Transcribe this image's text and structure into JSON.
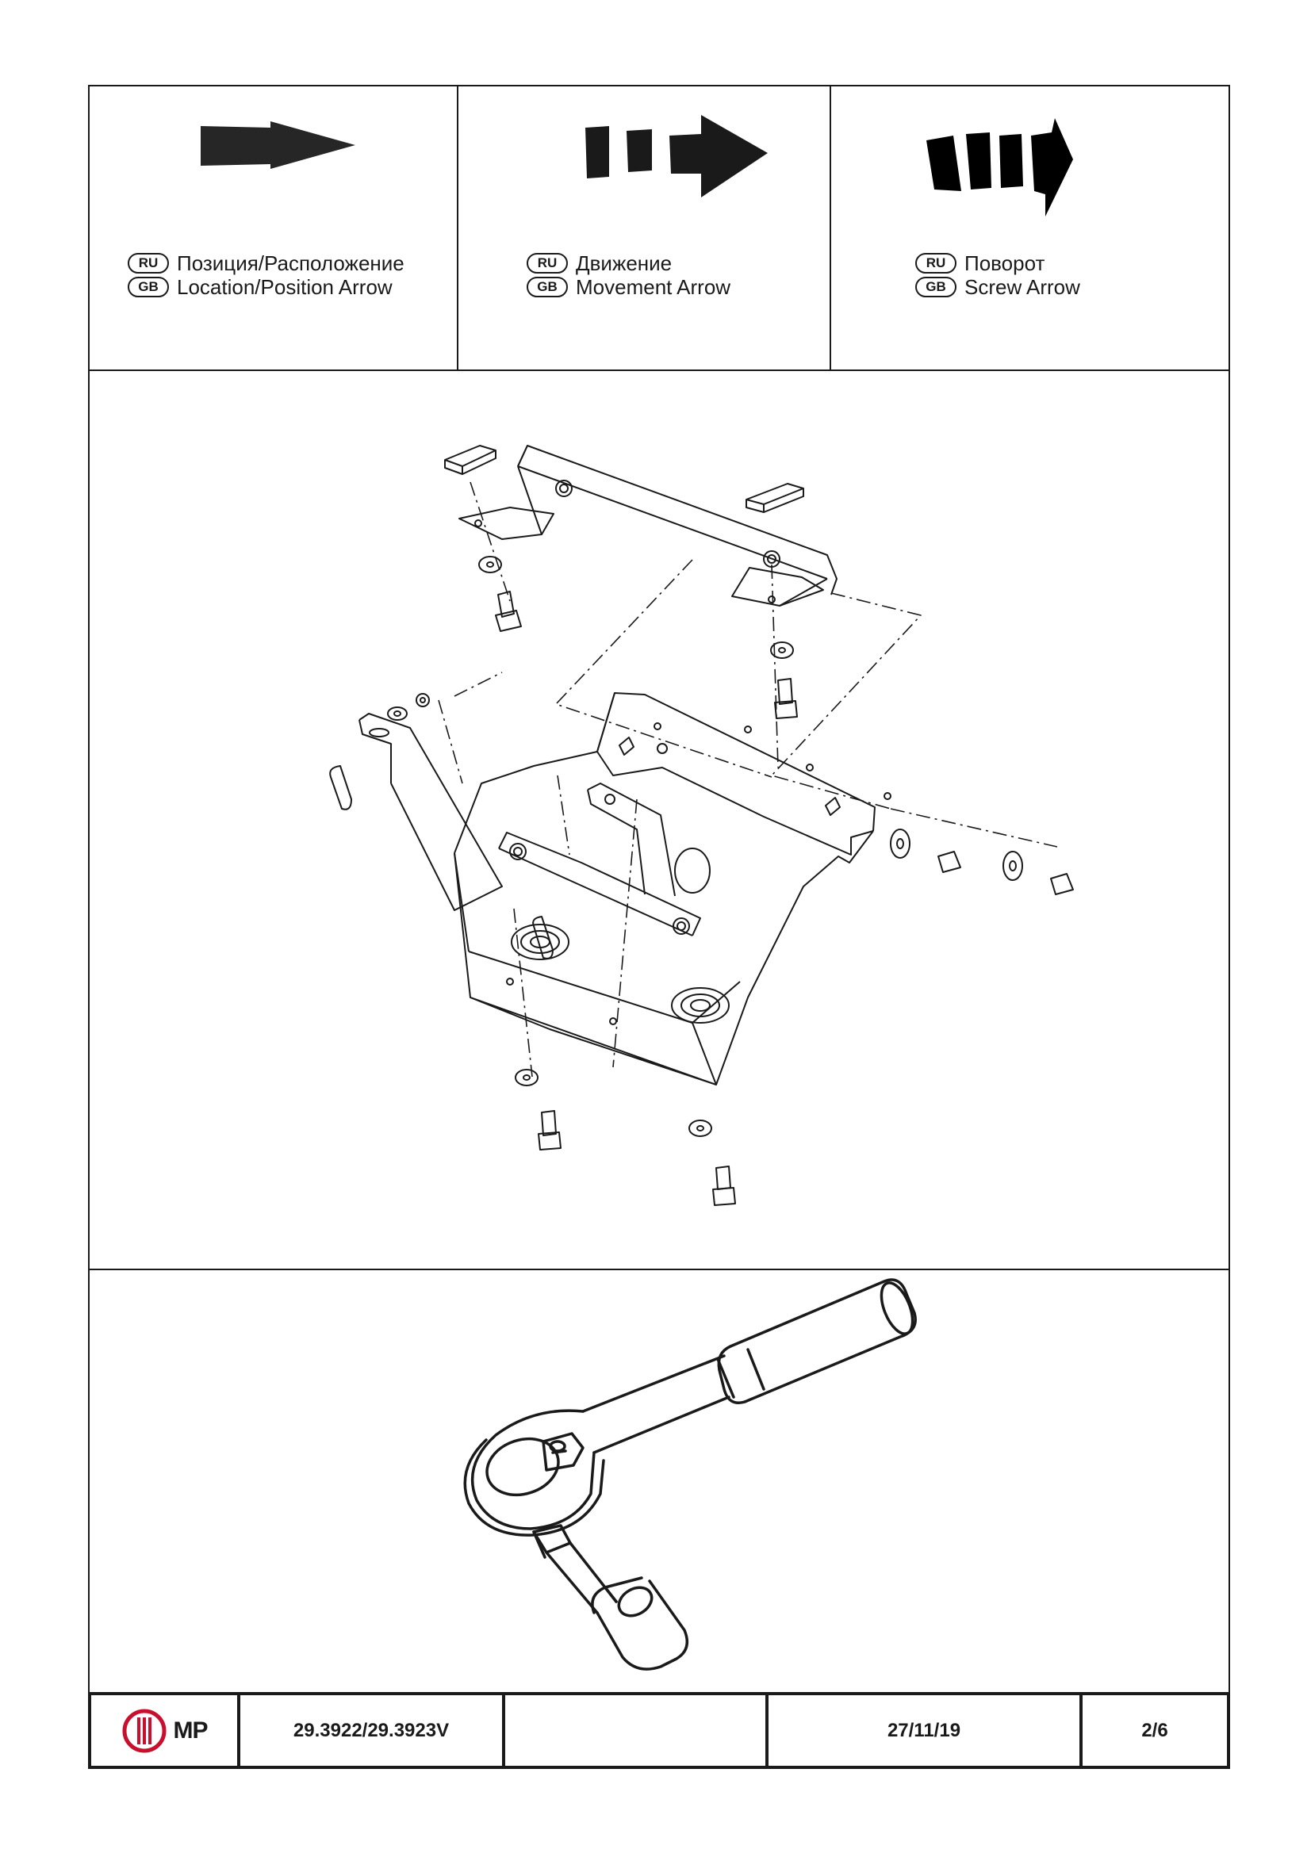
{
  "legend": {
    "items": [
      {
        "icon": "location-arrow-icon",
        "ru_badge": "RU",
        "gb_badge": "GB",
        "ru_text": "Позиция/Расположение",
        "gb_text": "Location/Position Arrow"
      },
      {
        "icon": "movement-arrow-icon",
        "ru_badge": "RU",
        "gb_badge": "GB",
        "ru_text": "Движение",
        "gb_text": "Movement Arrow"
      },
      {
        "icon": "screw-arrow-icon",
        "ru_badge": "RU",
        "gb_badge": "GB",
        "ru_text": "Поворот",
        "gb_text": "Screw Arrow"
      }
    ]
  },
  "drawing": {
    "subject": "skid-plate-assembly-exploded-view"
  },
  "tool": {
    "subject": "ratchet-wrench-with-socket"
  },
  "title_block": {
    "logo_text": "MP",
    "part_number": "29.3922/29.3923V",
    "blank": "",
    "date": "27/11/19",
    "page": "2/6",
    "logo_color": "#c8102e"
  }
}
